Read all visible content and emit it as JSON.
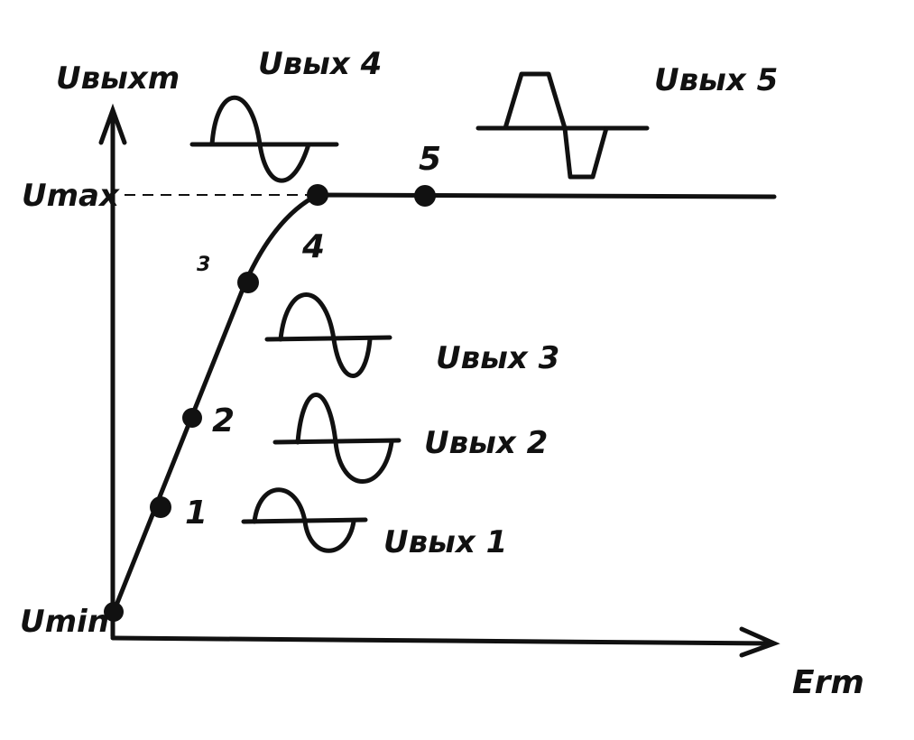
{
  "axes": {
    "y_label": "Uвыхm",
    "x_label": "Erm",
    "u_max_label": "Umax",
    "u_min_label": "Umin"
  },
  "points": [
    {
      "id": "p0",
      "label": ""
    },
    {
      "id": "p1",
      "label": "1"
    },
    {
      "id": "p2",
      "label": "2"
    },
    {
      "id": "p3",
      "label": "3"
    },
    {
      "id": "p4",
      "label": "4"
    },
    {
      "id": "p5",
      "label": "5"
    }
  ],
  "waveforms": [
    {
      "id": "w1",
      "label": "Uвых 1",
      "shape": "sine-small"
    },
    {
      "id": "w2",
      "label": "Uвых 2",
      "shape": "sine-medium"
    },
    {
      "id": "w3",
      "label": "Uвых 3",
      "shape": "sine-large"
    },
    {
      "id": "w4",
      "label": "Uвых 4",
      "shape": "sine-flattened"
    },
    {
      "id": "w5",
      "label": "Uвых 5",
      "shape": "clipped-trapezoid"
    }
  ],
  "colors": {
    "ink": "#111111",
    "paper": "#ffffff"
  }
}
